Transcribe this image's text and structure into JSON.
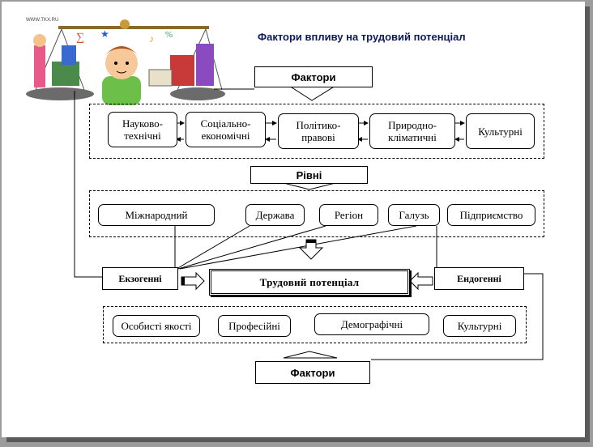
{
  "title": "Фактори впливу на трудовий потенціал",
  "watermark": "WWW.TKX.RU",
  "factors_top": {
    "header": "Фактори",
    "items": [
      {
        "label": "Науково-\nтехнічні"
      },
      {
        "label": "Соціально-\nекономічні"
      },
      {
        "label": "Політико-\nправові"
      },
      {
        "label": "Природно-\nкліматичні"
      },
      {
        "label": "Культурні"
      }
    ]
  },
  "levels": {
    "header": "Рівні",
    "items": [
      {
        "label": "Міжнародний"
      },
      {
        "label": "Держава"
      },
      {
        "label": "Регіон"
      },
      {
        "label": "Галузь"
      },
      {
        "label": "Підприємство"
      }
    ]
  },
  "center": {
    "exogenous": "Екзогенні",
    "core": "Трудовий потенціал",
    "endogenous": "Ендогенні"
  },
  "factors_bottom": {
    "header": "Фактори",
    "items": [
      {
        "label": "Особисті якості"
      },
      {
        "label": "Професійні"
      },
      {
        "label": "Демографічні"
      },
      {
        "label": "Культурні"
      }
    ]
  }
}
